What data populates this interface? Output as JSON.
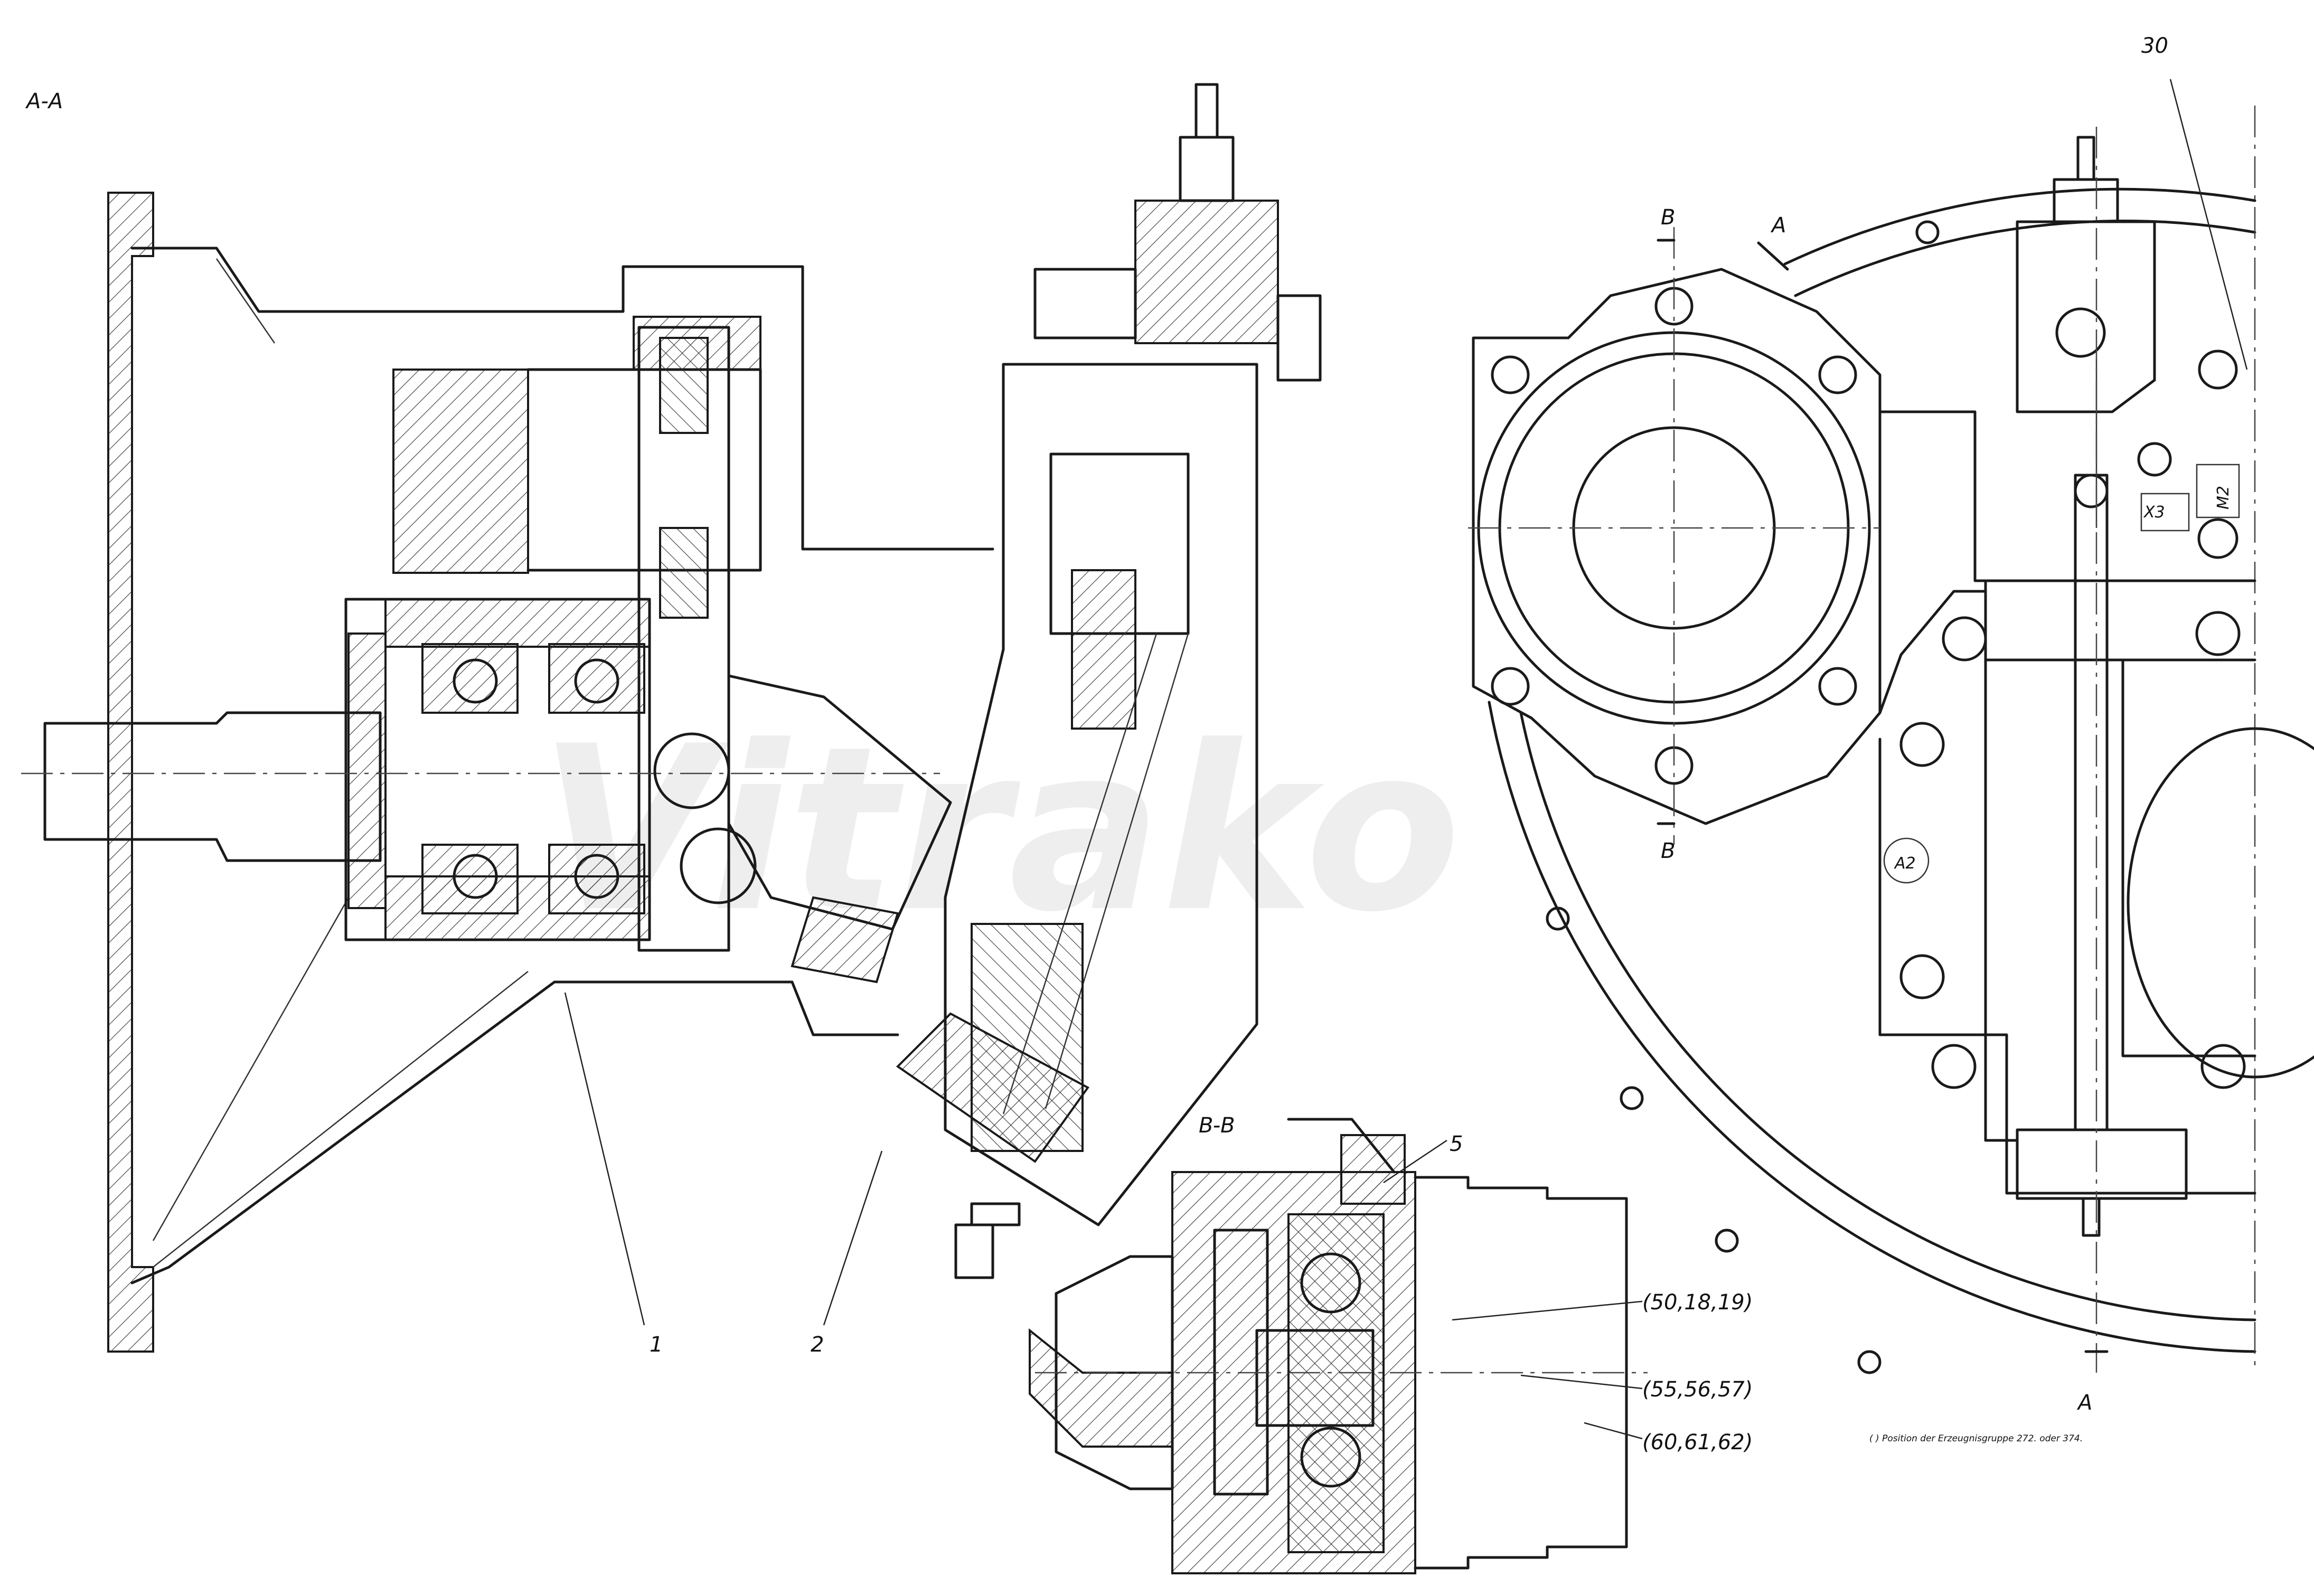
{
  "views": {
    "section_aa": "A-A",
    "section_bb": "B-B"
  },
  "callouts": {
    "c1": "1",
    "c2": "2",
    "c5": "5",
    "c30": "30"
  },
  "cut_markers": {
    "b_top": "B",
    "b_bottom": "B",
    "a_top": "A",
    "a_bottom": "A"
  },
  "ports": {
    "x3": "X3",
    "m2": "M2",
    "a2": "A2"
  },
  "refs": {
    "r1": "(50,18,19)",
    "r2": "(55,56,57)",
    "r3": "(60,61,62)"
  },
  "note": "( ) Position der Erzeugnisgruppe 272. oder 374.",
  "watermark": "Vitrako"
}
